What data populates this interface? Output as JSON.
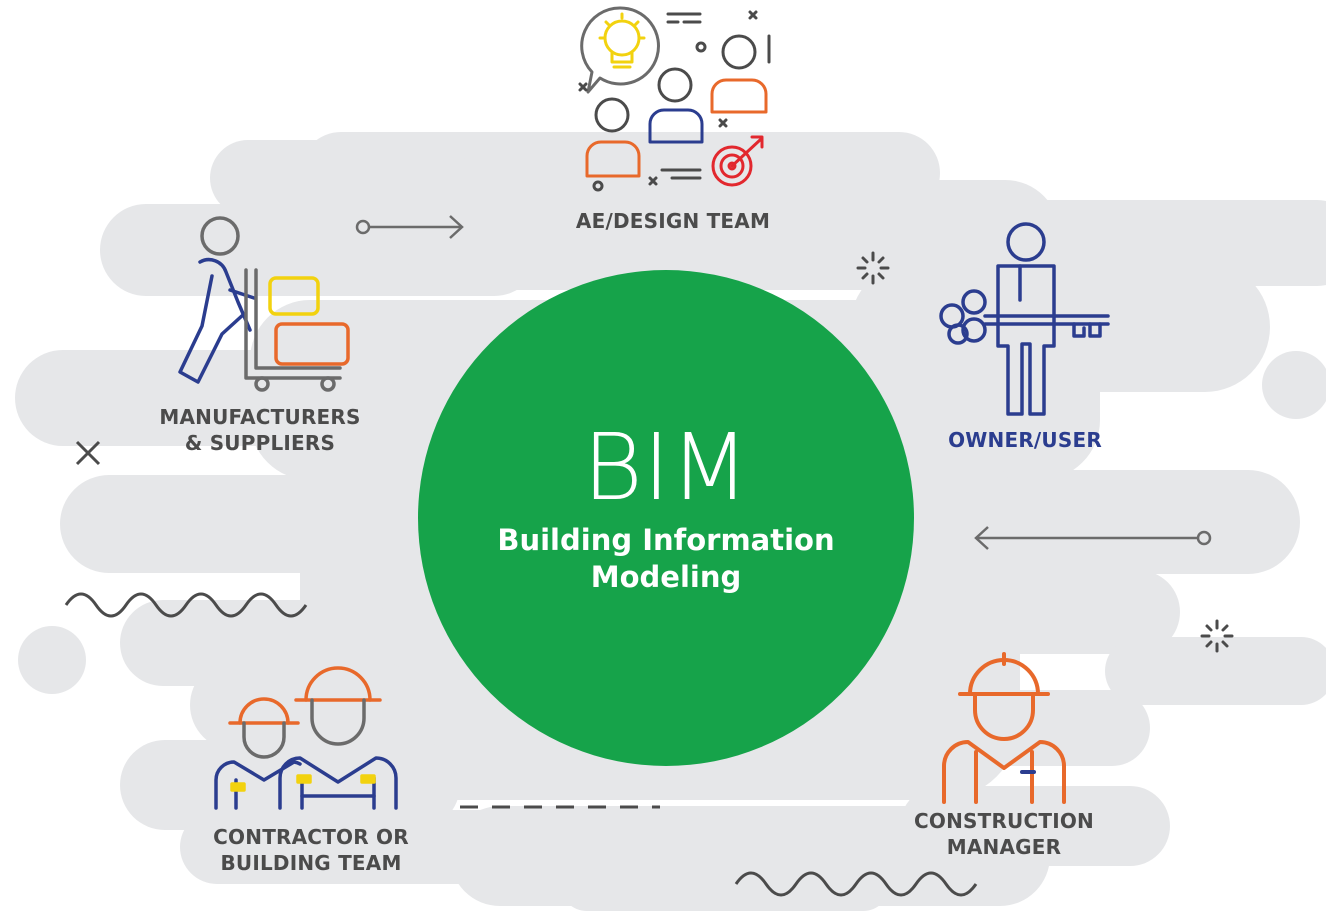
{
  "hub": {
    "title": "BIM",
    "subtitle_lines": [
      "Building Information",
      "Modeling"
    ],
    "color": "#16a34a"
  },
  "stakeholders": [
    {
      "id": "ae-design-team",
      "lines": [
        "AE/DESIGN TEAM"
      ],
      "color": "#4b4b4b",
      "icon": "team-brainstorm-icon"
    },
    {
      "id": "owner-user",
      "lines": [
        "OWNER/USER"
      ],
      "color": "#2b3d8f",
      "icon": "owner-with-key-icon"
    },
    {
      "id": "construction-manager",
      "lines": [
        "CONSTRUCTION",
        "MANAGER"
      ],
      "color": "#4b4b4b",
      "icon": "construction-manager-icon"
    },
    {
      "id": "contractor",
      "lines": [
        "CONTRACTOR OR",
        "BUILDING TEAM"
      ],
      "color": "#4b4b4b",
      "icon": "workers-hardhat-icon"
    },
    {
      "id": "manufacturers",
      "lines": [
        "MANUFACTURERS",
        "& SUPPLIERS"
      ],
      "color": "#4b4b4b",
      "icon": "worker-cart-icon"
    }
  ],
  "palette": {
    "background_cloud": "#e6e7e9",
    "orange": "#e8692b",
    "navy": "#2b3d8f",
    "yellow": "#f2d20f",
    "red": "#e2282e",
    "gray": "#6b6b6b"
  }
}
